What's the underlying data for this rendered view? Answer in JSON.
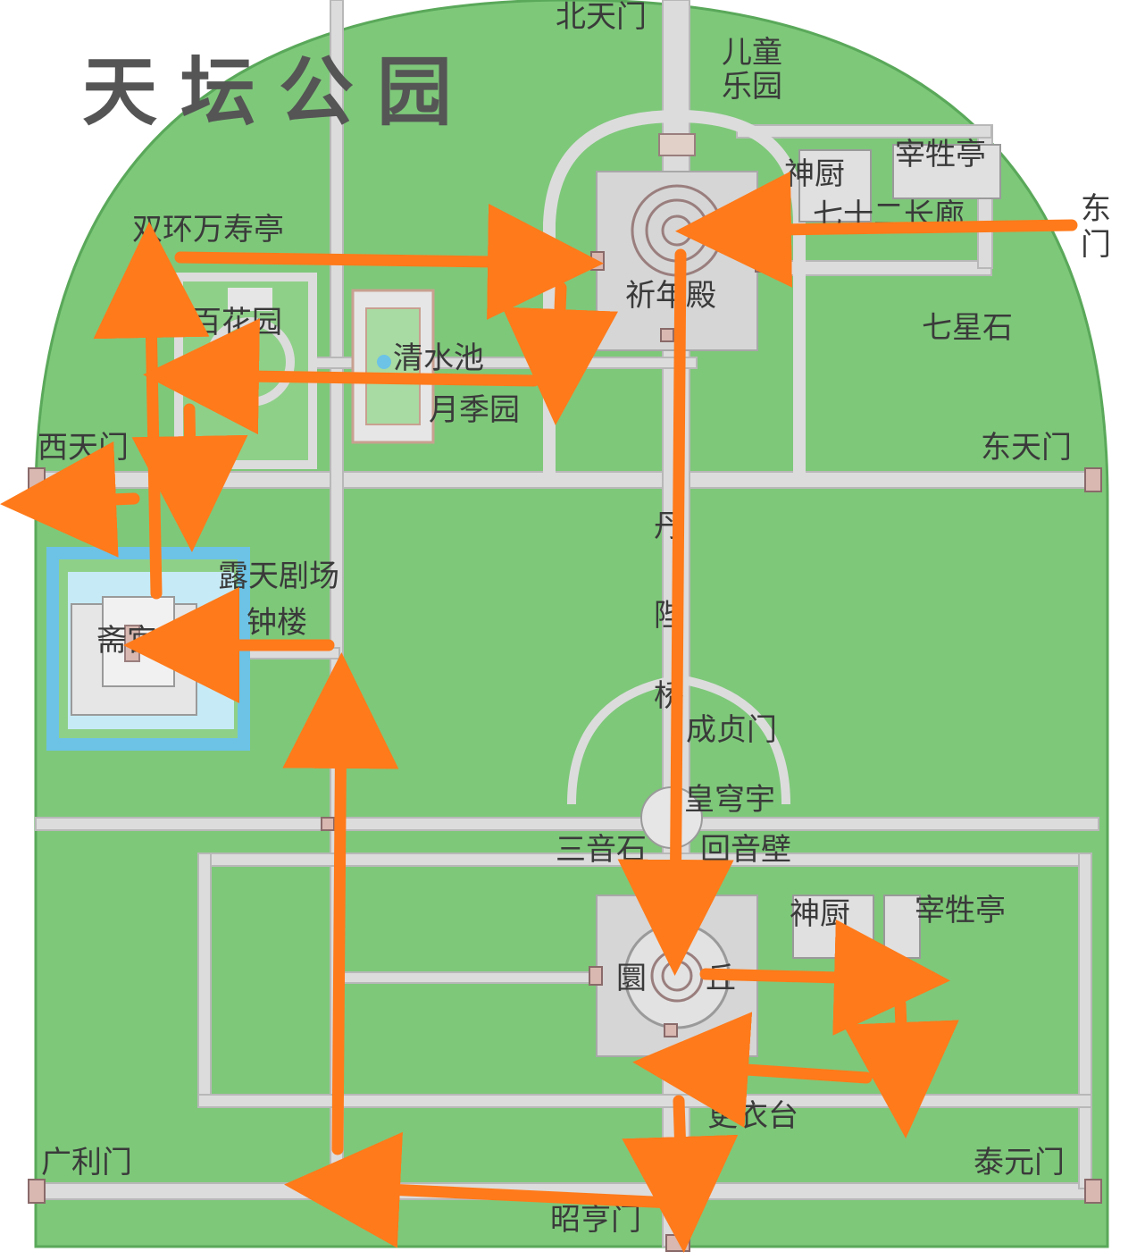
{
  "title": "天坛公园",
  "labels": {
    "north_gate": "北天门",
    "children_park": "儿童乐园",
    "children_park_1": "儿童",
    "children_park_2": "乐园",
    "slaughter_pavilion_n": "宰牲亭",
    "divine_kitchen_n": "神厨",
    "long_corridor": "七十二长廊",
    "east_gate": "东门",
    "east_gate_1": "东",
    "east_gate_2": "门",
    "double_ring_pavilion": "双环万寿亭",
    "prayer_hall": "祈年殿",
    "seven_star_stone": "七星石",
    "hundred_flower_garden": "百花园",
    "jade_pool": "清水池",
    "rose_garden": "月季园",
    "west_gate": "西天门",
    "east_heaven_gate": "东天门",
    "open_theater": "露天剧场",
    "bell_tower": "钟楼",
    "fasting_palace": "斋宫",
    "danbi_bridge": "丹陛桥",
    "danbi_1": "丹",
    "danbi_2": "陛",
    "danbi_3": "桥",
    "chengzhen_gate": "成贞门",
    "imperial_vault": "皇穹宇",
    "echo_stones": "三音石",
    "echo_wall": "回音壁",
    "divine_kitchen_s": "神厨",
    "slaughter_pavilion_s": "宰牲亭",
    "circular_mound": "圜丘",
    "circular_1": "圜",
    "circular_2": "丘",
    "robe_terrace": "更衣台",
    "guangli_gate": "广利门",
    "taiyuan_gate": "泰元门",
    "zhaoheng_gate": "昭亨门"
  },
  "colors": {
    "lawn": "#7ec87a",
    "path": "#dcdcdc",
    "plaza": "#d6d6d6",
    "route": "#ff7a1a",
    "moat": "#6cc3e6",
    "gate": "#c99a8a"
  },
  "icons": {
    "route_arrow": "route-arrow-icon",
    "gate_marker": "gate-marker-icon"
  }
}
